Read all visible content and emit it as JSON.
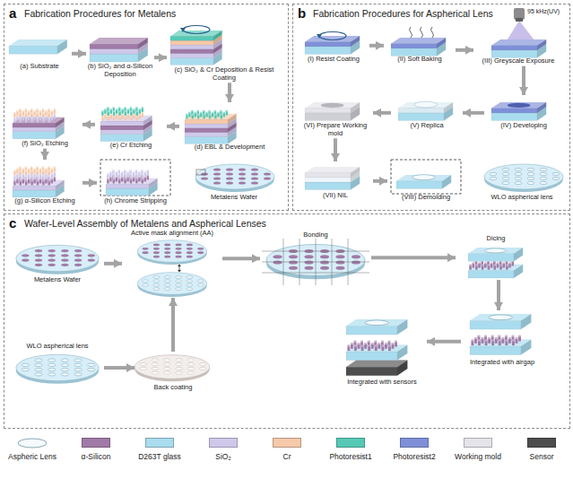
{
  "diagram": {
    "nodes": [
      {
        "text": [
          "a",
          "Fabrication Procedures for Metalens"
        ]
      },
      {
        "text": [
          "(a) Substrate"
        ],
        "in": 0
      },
      {
        "text": [
          "(b) SiO₂ and α-Silicon Deposition"
        ],
        "in": 0
      },
      {
        "text": [
          "(c) SiO₂ & Cr Deposition & Resist Coating"
        ],
        "in": 0
      },
      {
        "text": [
          "(d) EBL & Development"
        ],
        "in": 0
      },
      {
        "text": [
          "(e) Cr Etching"
        ],
        "in": 0
      },
      {
        "text": [
          "(f) SiO₂ Etching"
        ],
        "in": 0
      },
      {
        "text": [
          "(g) α-Silicon Etching"
        ],
        "in": 0
      },
      {
        "text": [
          "(h) Chrome Stripping"
        ],
        "in": 0
      },
      {
        "text": [
          "Metalens Wafer"
        ],
        "in": 0
      },
      {
        "text": [
          "b",
          "Fabrication Procedures for Aspherical Lens"
        ]
      },
      {
        "text": [
          "(I) Resist Coating"
        ],
        "in": 10
      },
      {
        "text": [
          "(II) Soft Baking"
        ],
        "in": 10
      },
      {
        "text": [
          "(III) Greyscale Exposure"
        ],
        "in": 10
      },
      {
        "text": [
          "(IV) Developing"
        ],
        "in": 10
      },
      {
        "text": [
          "(V) Replica"
        ],
        "in": 10
      },
      {
        "text": [
          "(VI) Prepare Working mold"
        ],
        "in": 10
      },
      {
        "text": [
          "(VII) NIL"
        ],
        "in": 10
      },
      {
        "text": [
          "(VIII) Demolding"
        ],
        "in": 10
      },
      {
        "text": [
          "WLO aspherical lens"
        ],
        "in": 10
      },
      {
        "text": [
          "c",
          "Wafer-Level Assembly of Metalens and Aspherical Lenses"
        ]
      },
      {
        "text": [
          "Metalens Wafer"
        ],
        "in": 20
      },
      {
        "text": [
          "Active mask alignment (AA)"
        ],
        "in": 20
      },
      {
        "text": [
          "Bonding"
        ],
        "in": 20
      },
      {
        "text": [
          "Dicing"
        ],
        "in": 20
      },
      {
        "text": [
          "Integrated with airgap"
        ],
        "in": 20
      },
      {
        "text": [
          "Integrated with sensors"
        ],
        "in": 20
      },
      {
        "text": [
          "WLO aspherical lens"
        ],
        "in": 20
      },
      {
        "text": [
          "Back coating"
        ],
        "in": 20
      }
    ],
    "edges": [
      {
        "from": 1,
        "to": 2,
        "arrow": "to"
      },
      {
        "from": 2,
        "to": 3,
        "arrow": "to"
      },
      {
        "from": 3,
        "to": 4,
        "arrow": "to"
      },
      {
        "from": 4,
        "to": 5,
        "arrow": "to"
      },
      {
        "from": 5,
        "to": 6,
        "arrow": "to"
      },
      {
        "from": 6,
        "to": 7,
        "arrow": "to"
      },
      {
        "from": 7,
        "to": 8,
        "arrow": "to"
      },
      {
        "from": 11,
        "to": 12,
        "arrow": "to"
      },
      {
        "from": 12,
        "to": 13,
        "arrow": "to"
      },
      {
        "from": 13,
        "to": 14,
        "arrow": "to"
      },
      {
        "from": 14,
        "to": 15,
        "arrow": "to"
      },
      {
        "from": 15,
        "to": 16,
        "arrow": "to"
      },
      {
        "from": 16,
        "to": 17,
        "arrow": "to"
      },
      {
        "from": 17,
        "to": 18,
        "arrow": "to"
      },
      {
        "from": 21,
        "to": 22,
        "arrow": "to"
      },
      {
        "from": 27,
        "to": 28,
        "arrow": "to"
      },
      {
        "from": 28,
        "to": 22,
        "arrow": "to"
      },
      {
        "from": 22,
        "to": 23,
        "arrow": "to"
      },
      {
        "from": 23,
        "to": 24,
        "arrow": "to"
      },
      {
        "from": 24,
        "to": 25,
        "arrow": "to"
      },
      {
        "from": 25,
        "to": 26,
        "arrow": "to"
      }
    ],
    "labels": [
      "95 kHz(UV)"
    ],
    "legend": [
      {
        "text": "Aspheric Lens"
      },
      {
        "text": "α-Silicon",
        "color": "#a07aa6"
      },
      {
        "text": "D263T glass",
        "color": "#a9dcee"
      },
      {
        "text": "SiO₂",
        "color": "#cfc8ea"
      },
      {
        "text": "Cr",
        "color": "#f6c9a8"
      },
      {
        "text": "Photoresist1",
        "color": "#55c9b5"
      },
      {
        "text": "Photoresist2",
        "color": "#7f8fd8"
      },
      {
        "text": "Working mold",
        "color": "#e4e4ea"
      },
      {
        "text": "Sensor",
        "color": "#4d4d4d"
      }
    ]
  }
}
